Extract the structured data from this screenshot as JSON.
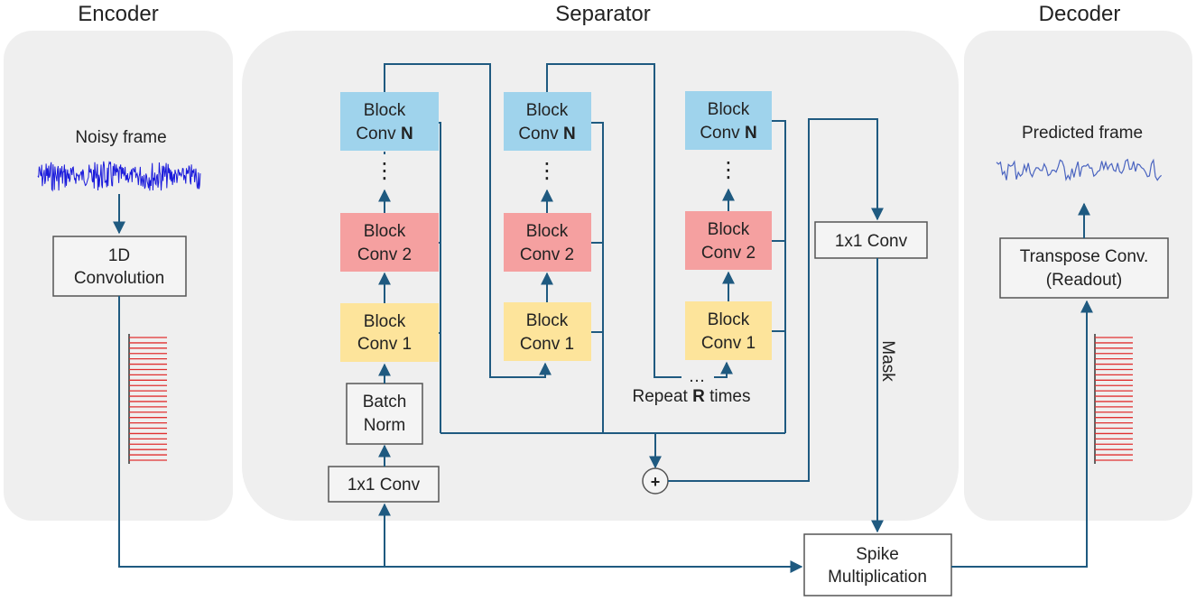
{
  "sections": {
    "encoder": "Encoder",
    "separator": "Separator",
    "decoder": "Decoder"
  },
  "encoder": {
    "input_label": "Noisy frame",
    "conv": [
      "1D",
      "Convolution"
    ]
  },
  "separator": {
    "input_conv": "1x1 Conv",
    "batch_norm": [
      "Batch",
      "Norm"
    ],
    "block_word": "Block",
    "conv_word": "Conv",
    "block_n_suffix": "N",
    "block_2_suffix": "2",
    "block_1_suffix": "1",
    "ellipsis": "⋮",
    "repeat_prefix": "Repeat ",
    "repeat_var": "R",
    "repeat_suffix": " times",
    "repeat_dots": "…",
    "sum_symbol": "+",
    "mask_conv": "1x1 Conv",
    "mask_label": "Mask"
  },
  "spike_mult": [
    "Spike",
    "Multiplication"
  ],
  "decoder": {
    "output_label": "Predicted frame",
    "transpose_conv": [
      "Transpose Conv.",
      "(Readout)"
    ]
  },
  "colors": {
    "panel": "#efefef",
    "wire": "#1f5a80",
    "block_n": "#9fd3ec",
    "block_2": "#f5a0a0",
    "block_1": "#fde49b",
    "noisy_wave": "#1a1adb",
    "pred_wave": "#4a64c0",
    "spikes": "#e03030"
  }
}
